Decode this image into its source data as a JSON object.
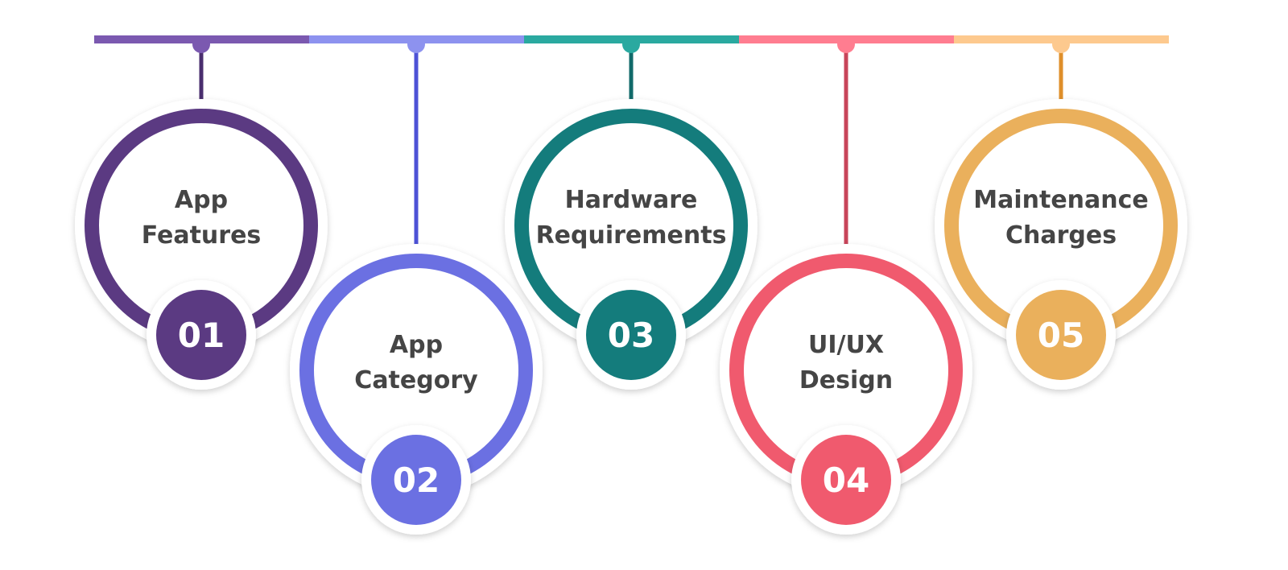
{
  "steps": [
    {
      "number": "01",
      "lines": [
        "App",
        "Features"
      ],
      "color": "#5b3a82",
      "bar_color": "#7b59b0",
      "stem_color": "#4a2e6e"
    },
    {
      "number": "02",
      "lines": [
        "App",
        "Category"
      ],
      "color": "#6b70e2",
      "bar_color": "#8d92ef",
      "stem_color": "#4d52d6"
    },
    {
      "number": "03",
      "lines": [
        "Hardware",
        "Requirements"
      ],
      "color": "#147c7c",
      "bar_color": "#2aa9a0",
      "stem_color": "#116a6a"
    },
    {
      "number": "04",
      "lines": [
        "UI/UX",
        "Design"
      ],
      "color": "#f05a6e",
      "bar_color": "#ff7d90",
      "stem_color": "#c8455a"
    },
    {
      "number": "05",
      "lines": [
        "Maintenance",
        "Charges"
      ],
      "color": "#eab05c",
      "bar_color": "#fdc98e",
      "stem_color": "#df8f2a"
    }
  ],
  "colors": {
    "background": "#ffffff",
    "label_text": "#454545",
    "number_text": "#ffffff"
  }
}
